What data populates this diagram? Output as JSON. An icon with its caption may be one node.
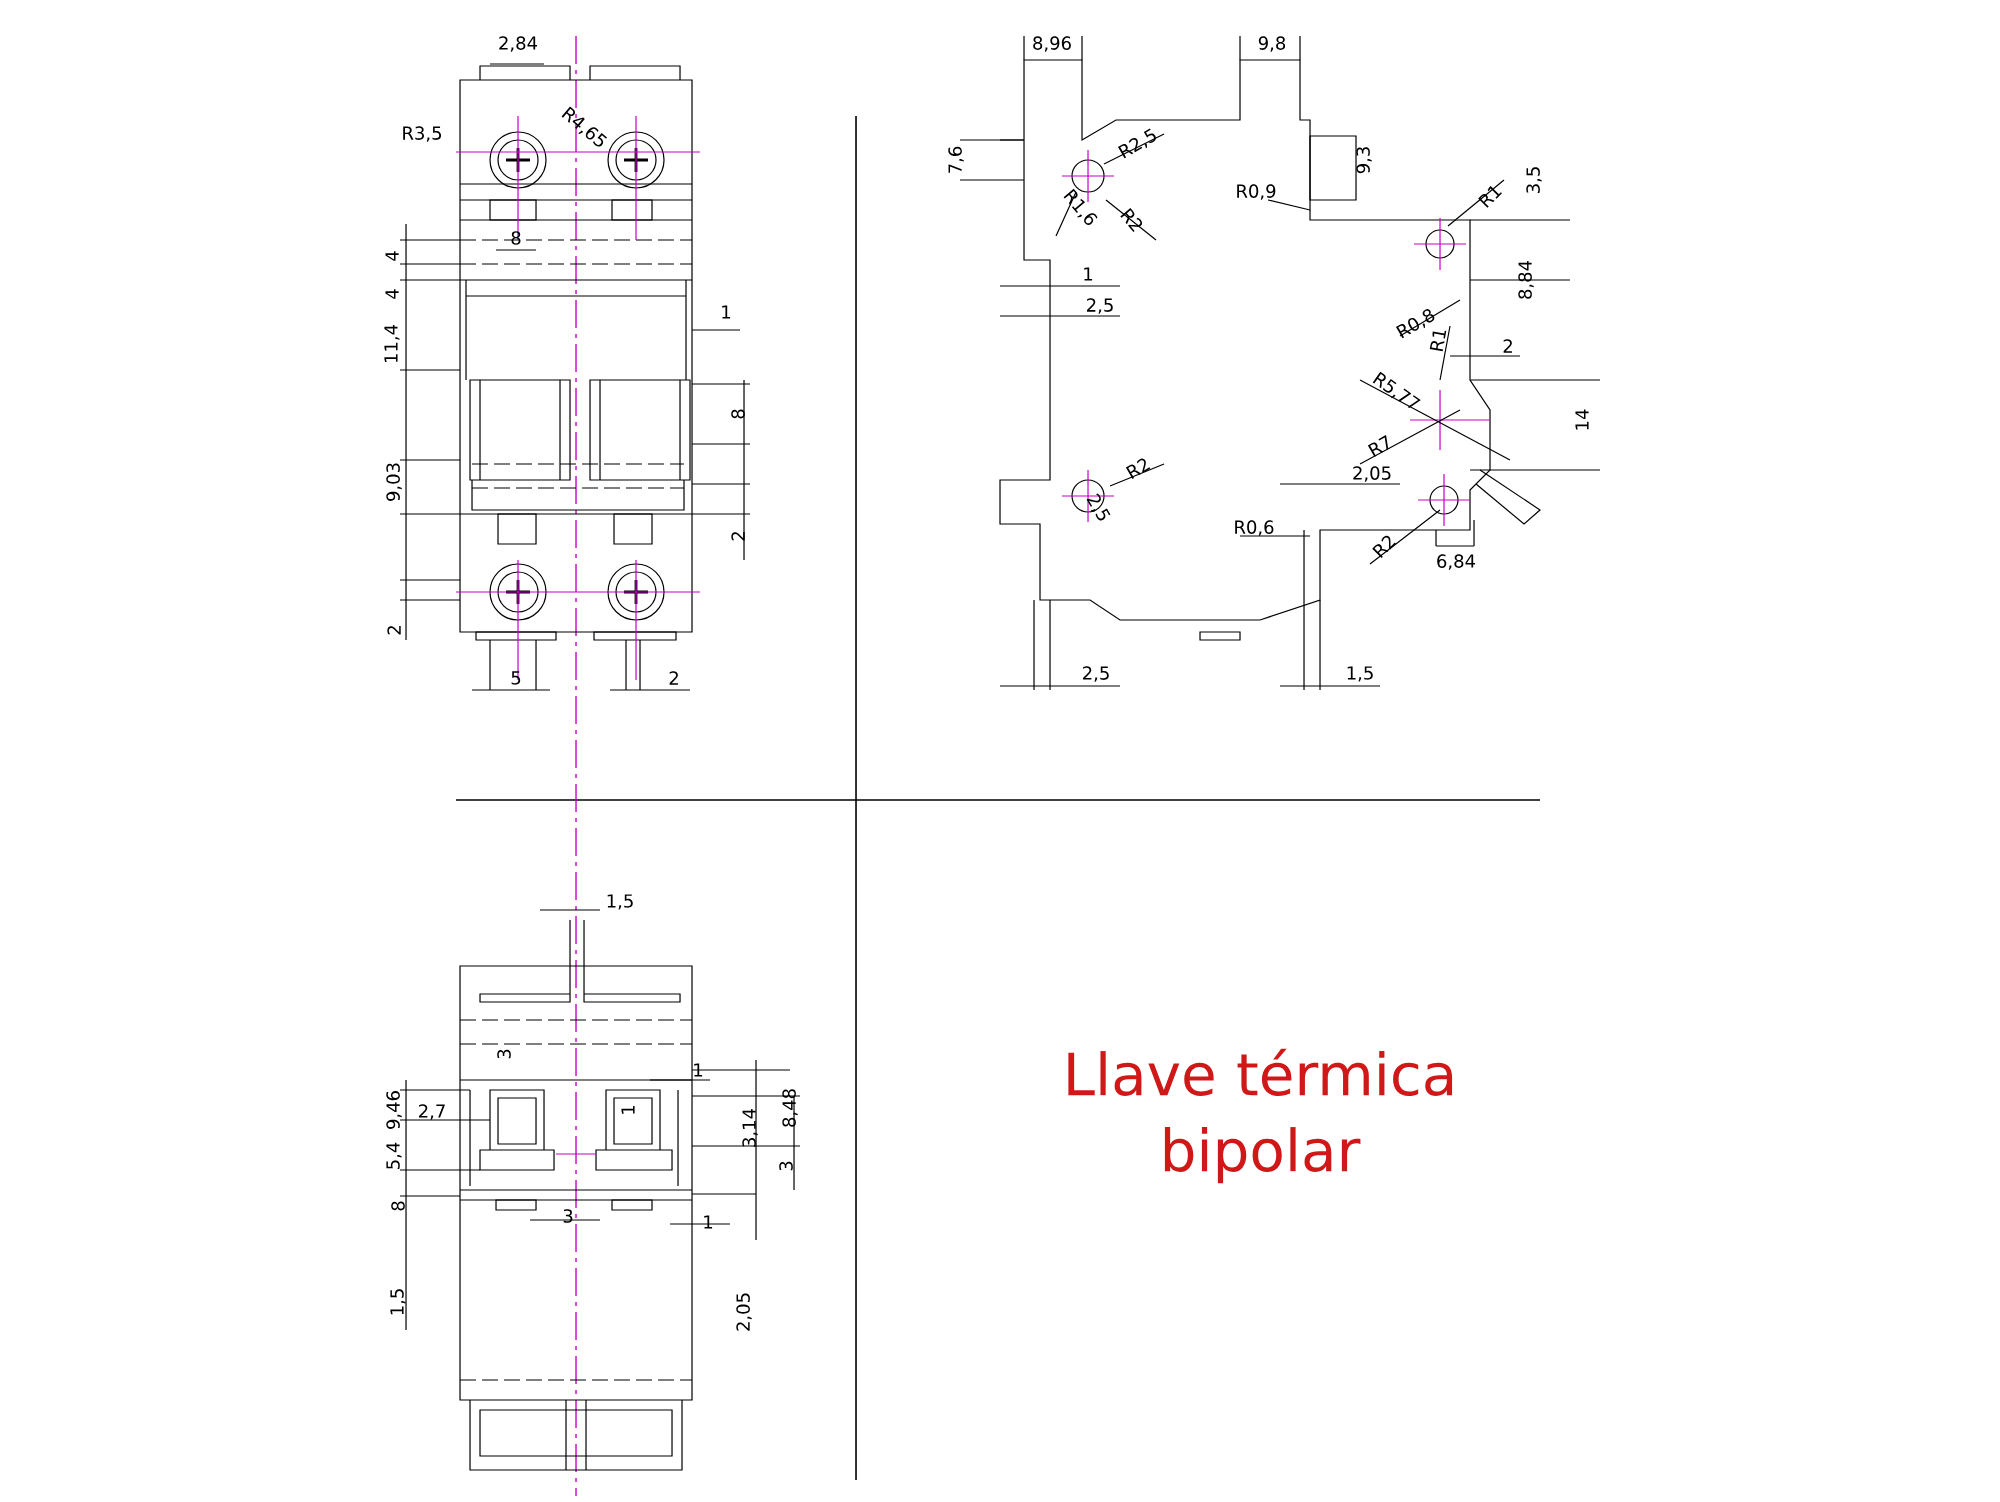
{
  "diagram": {
    "title": "Llave térmica bipolar",
    "labels": [
      "2,84",
      "R3,5",
      "R4,65",
      "8",
      "4",
      "4",
      "11,4",
      "1",
      "8",
      "9,03",
      "2",
      "2",
      "5",
      "2",
      "8,96",
      "9,8",
      "7,6",
      "R2,5",
      "R1,6",
      "R2",
      "R0,9",
      "9,3",
      "R1",
      "3,5",
      "1",
      "8,84",
      "2,5",
      "R0,8",
      "R1",
      "2",
      "R5,77",
      "14",
      "R7",
      "2,05",
      "R2",
      "2,5",
      "R0,6",
      "R2",
      "6,84",
      "2,5",
      "1,5",
      "1,5",
      "3",
      "1",
      "9,46",
      "2,7",
      "8,48",
      "5,4",
      "3,14",
      "1",
      "3",
      "8",
      "3",
      "1",
      "1,5",
      "2,05"
    ]
  }
}
